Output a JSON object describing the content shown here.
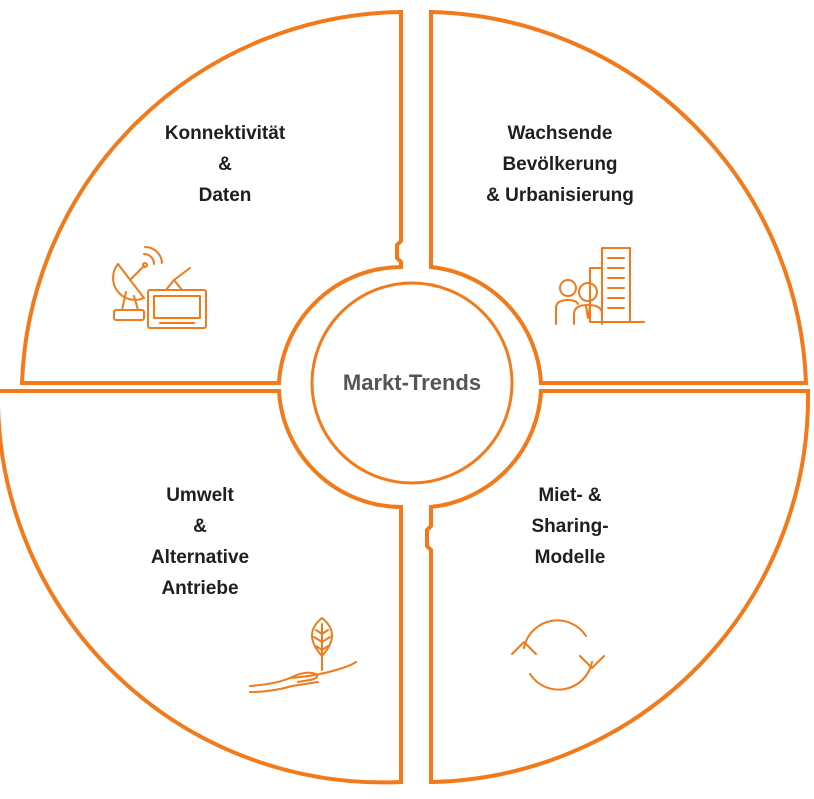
{
  "colors": {
    "accent": "#f27a1a",
    "text": "#1f1f1f",
    "center_text": "#555555",
    "background": "#ffffff"
  },
  "center": {
    "label": "Markt-Trends"
  },
  "quadrants": {
    "top_left": {
      "lines": [
        "Konnektivität",
        "&",
        "Daten"
      ],
      "icon": "satellite-dish-tv-icon"
    },
    "top_right": {
      "lines": [
        "Wachsende",
        "Bevölkerung",
        "& Urbanisierung"
      ],
      "icon": "people-city-building-icon"
    },
    "bottom_left": {
      "lines": [
        "Umwelt",
        "&",
        "Alternative",
        "Antriebe"
      ],
      "icon": "leaf-in-hand-icon"
    },
    "bottom_right": {
      "lines": [
        "Miet- &",
        "Sharing-",
        "Modelle"
      ],
      "icon": "refresh-arrows-icon"
    }
  }
}
